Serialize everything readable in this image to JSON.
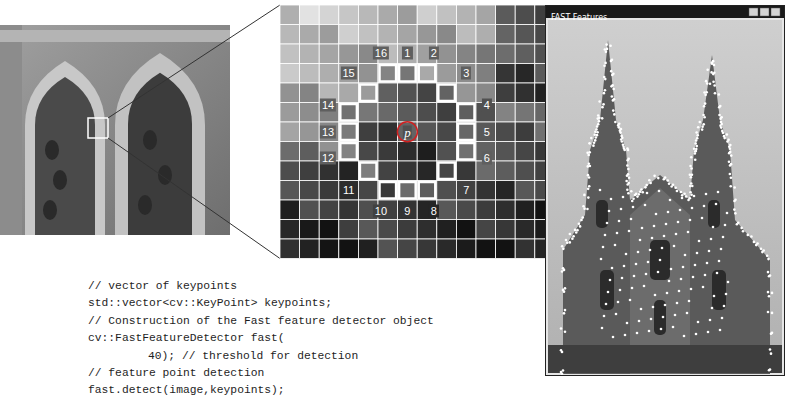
{
  "diagram": {
    "nodes": [
      {
        "text": [
          "FAST Features"
        ]
      }
    ],
    "labels": [
      "16",
      "1",
      "2",
      "3",
      "4",
      "5",
      "6",
      "7",
      "8",
      "9",
      "10",
      "11",
      "12",
      "13",
      "14",
      "15",
      "p",
      "// vector of keypoints",
      "std::vector<cv::KeyPoint> keypoints;",
      "// Construction of the Fast feature detector object",
      "cv::FastFeatureDetector fast(",
      "40); // threshold for detection",
      "// feature point detection",
      "fast.detect(image,keypoints);"
    ]
  }
}
